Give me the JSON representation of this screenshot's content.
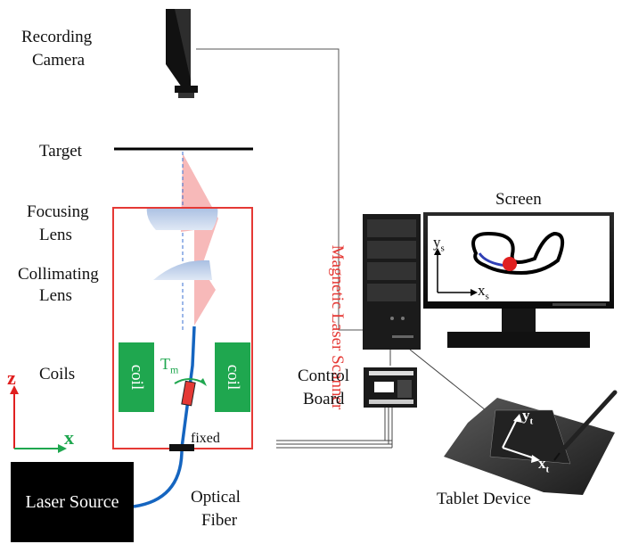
{
  "labels": {
    "recording_camera_1": "Recording",
    "recording_camera_2": "Camera",
    "target": "Target",
    "focusing_lens_1": "Focusing",
    "focusing_lens_2": "Lens",
    "collimating_lens_1": "Collimating",
    "collimating_lens_2": "Lens",
    "coils": "Coils",
    "magnetic_laser_scanner": "Magnetic Laser Scanner",
    "coil_left": "coil",
    "coil_right": "coil",
    "torque": "T",
    "torque_sub": "m",
    "fixed": "fixed",
    "laser_source": "Laser Source",
    "optical_fiber_1": "Optical",
    "optical_fiber_2": "Fiber",
    "control_board_1": "Control",
    "control_board_2": "Board",
    "screen": "Screen",
    "tablet_device": "Tablet Device",
    "axis_z": "z",
    "axis_x": "x",
    "screen_axis_y": "y",
    "screen_axis_y_sub": "s",
    "screen_axis_x": "x",
    "screen_axis_x_sub": "s",
    "tablet_axis_y": "y",
    "tablet_axis_y_sub": "t",
    "tablet_axis_x": "x",
    "tablet_axis_x_sub": "t"
  },
  "colors": {
    "scanner_frame": "#e53935",
    "scanner_label": "#e53935",
    "coil": "#1fa74f",
    "fiber": "#1565c0",
    "beam": "#f28b8b",
    "lens": "#b8cbe6",
    "axis_z": "#e02020",
    "axis_x": "#1fa74f",
    "torque": "#1fa74f"
  },
  "icons": [
    "recording-camera-icon",
    "computer-tower-icon",
    "monitor-icon",
    "control-board-icon",
    "tablet-icon",
    "stylus-icon"
  ]
}
